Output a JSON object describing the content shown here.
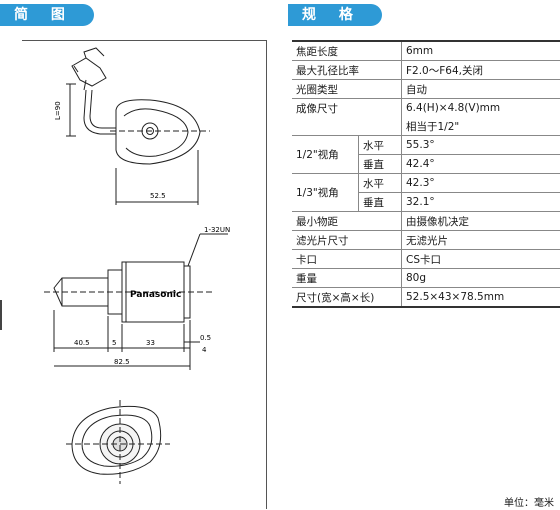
{
  "left_tab": {
    "title": "简 图"
  },
  "right_tab": {
    "title": "规 格"
  },
  "drawing": {
    "top_view": {
      "cable_label": "L=90",
      "width_dim": "52.5"
    },
    "side_view": {
      "thread_label": "1-32UN",
      "brand": "Panasonic",
      "dims": [
        "40.5",
        "5",
        "33",
        "0.5",
        "4",
        "82.5"
      ]
    }
  },
  "specs": [
    {
      "label": "焦距长度",
      "value": "6mm"
    },
    {
      "label": "最大孔径比率",
      "value": "F2.0～F64,关闭"
    },
    {
      "label": "光圈类型",
      "value": "自动"
    },
    {
      "label": "成像尺寸",
      "value": "6.4(H)×4.8(V)mm",
      "value2": "相当于1/2\""
    },
    {
      "label": "1/2\"视角",
      "sub": [
        {
          "axis": "水平",
          "value": "55.3°"
        },
        {
          "axis": "垂直",
          "value": "42.4°"
        }
      ]
    },
    {
      "label": "1/3\"视角",
      "sub": [
        {
          "axis": "水平",
          "value": "42.3°"
        },
        {
          "axis": "垂直",
          "value": "32.1°"
        }
      ]
    },
    {
      "label": "最小物距",
      "value": "由摄像机决定"
    },
    {
      "label": "滤光片尺寸",
      "value": "无滤光片"
    },
    {
      "label": "卡口",
      "value": "CS卡口"
    },
    {
      "label": "重量",
      "value": "80g"
    },
    {
      "label": "尺寸(宽×高×长)",
      "value": "52.5×43×78.5mm"
    }
  ],
  "unit_note": "单位：毫米"
}
